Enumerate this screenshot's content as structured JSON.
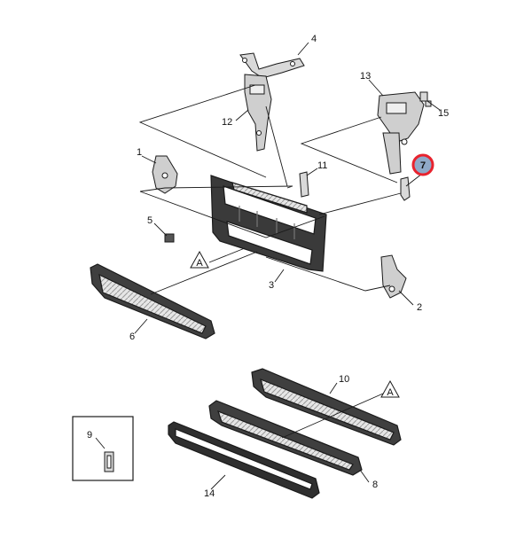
{
  "callouts": {
    "c1": "1",
    "c2": "2",
    "c3": "3",
    "c4": "4",
    "c5": "5",
    "c6": "6",
    "c7": "7",
    "c8": "8",
    "c9": "9",
    "c10": "10",
    "c11": "11",
    "c12": "12",
    "c13": "13",
    "c14": "14",
    "c15": "15"
  },
  "references": {
    "a_upper": "A",
    "a_lower": "A"
  },
  "colors": {
    "highlight": "#e8232e",
    "highlight_fill": "#8fa9c8",
    "line": "#1a1a1a",
    "part_fill": "#bfbfbf"
  }
}
